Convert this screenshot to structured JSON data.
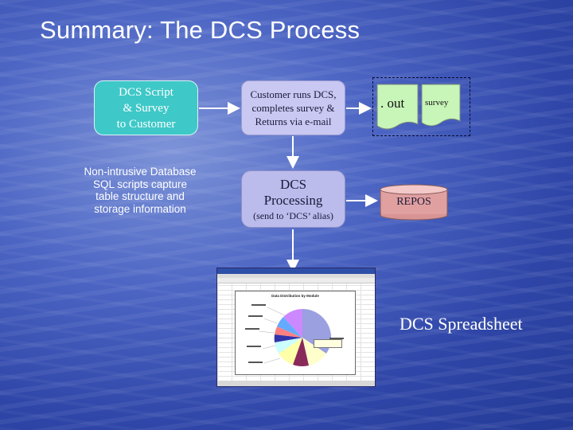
{
  "title": "Summary: The DCS Process",
  "nodes": {
    "script_lines": [
      "DCS Script",
      "& Survey",
      "to Customer"
    ],
    "customer_lines": [
      "Customer runs DCS,",
      "completes survey &",
      "Returns via e-mail"
    ],
    "processing_main_lines": [
      "DCS",
      "Processing"
    ],
    "processing_sub": "(send to ‘DCS’ alias)",
    "out_label": ". out",
    "survey_label": "survey",
    "repos_label": "REPOS",
    "spreadsheet_label": "DCS Spreadsheet"
  },
  "note_lines": [
    "Non-intrusive Database",
    "SQL scripts capture",
    "table structure and",
    "storage information"
  ],
  "thumbnail": {
    "chart_title": "Data Distribution by Module"
  },
  "colors": {
    "script_fill": "#3fc8c8",
    "process_fill": "#c8c8f2",
    "document_fill": "#c8f5b8",
    "repos_fill": "#e0a0a0",
    "arrow": "#ffffff"
  }
}
